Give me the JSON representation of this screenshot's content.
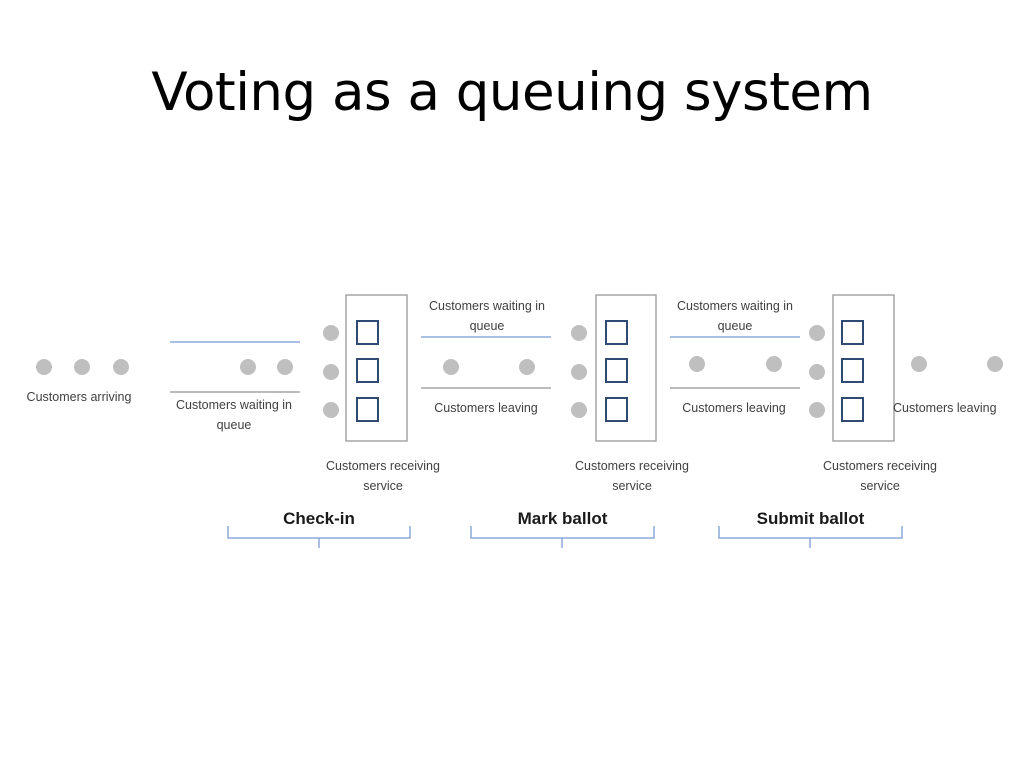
{
  "slide": {
    "title": "Voting as a queuing system"
  },
  "diagram": {
    "labels": {
      "customers_arriving": "Customers arriving",
      "customers_waiting": "Customers waiting in queue",
      "customers_leaving": "Customers leaving",
      "customers_receiving": "Customers receiving service"
    },
    "stages": [
      "Check-in",
      "Mark ballot",
      "Submit ballot"
    ],
    "colors": {
      "customer_dot": "#bfbfbf",
      "server_box": "#2f4a73",
      "station_border": "#a6a6a6",
      "queue_line_top": "#8eaadb",
      "queue_line_bottom": "#a6a6a6",
      "bracket": "#8eaadb"
    },
    "icons": [
      "customer-dot-icon",
      "server-box-icon"
    ]
  }
}
